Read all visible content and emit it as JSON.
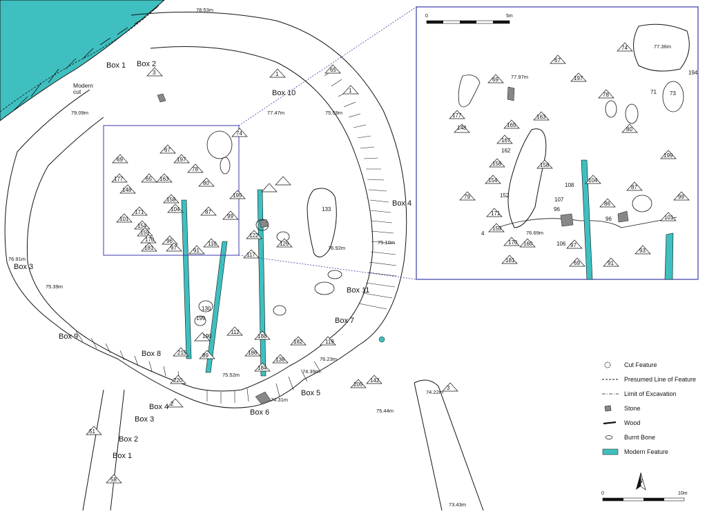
{
  "boxes": {
    "b1_top": "Box 1",
    "b2_top": "Box 2",
    "b10": "Box 10",
    "b4_right": "Box 4",
    "b3_left": "Box 3",
    "b11": "Box 11",
    "b7": "Box 7",
    "b9": "Box 9",
    "b8": "Box 8",
    "b4_low": "Box 4",
    "b3_low": "Box 3",
    "b2_low": "Box 2",
    "b1_low": "Box 1",
    "b6": "Box 6",
    "b5": "Box 5"
  },
  "labels": {
    "modern_cut": "Modern cut"
  },
  "elevations": {
    "e1": "78.53m",
    "e2": "79.09m",
    "e3": "77.47m",
    "e4": "75.59m",
    "e5": "76.91m",
    "e6": "75.39m",
    "e7": "76.92m",
    "e8": "75.10m",
    "e9": "76.23m",
    "e10": "74.39m",
    "e11": "75.52m",
    "e12": "74.31m",
    "e13": "75.44m",
    "e14": "74.22m",
    "e15": "73.43m",
    "inset_e1": "77.36m",
    "inset_e2": "77.97m",
    "inset_e3": "76.69m"
  },
  "features": [
    "74",
    "67",
    "197",
    "69",
    "177",
    "65",
    "163",
    "78",
    "80",
    "148",
    "158",
    "195",
    "104",
    "87",
    "99",
    "101",
    "171",
    "154",
    "159",
    "170",
    "96",
    "181",
    "97",
    "91",
    "110",
    "122",
    "117",
    "129",
    "133",
    "130",
    "199",
    "190",
    "112",
    "188",
    "186",
    "182",
    "184",
    "136",
    "89",
    "215",
    "220",
    "2",
    "119",
    "142",
    "205",
    "51",
    "58",
    "3",
    "65",
    "1",
    "1",
    "3"
  ],
  "inset_features": [
    "74",
    "67",
    "197",
    "194",
    "69",
    "71",
    "73",
    "78",
    "177",
    "148",
    "80",
    "165",
    "163",
    "167",
    "162",
    "199",
    "158",
    "158",
    "154",
    "152",
    "108",
    "104",
    "87",
    "99",
    "79",
    "171",
    "107",
    "96",
    "86",
    "96",
    "101",
    "159",
    "170",
    "160",
    "106",
    "97",
    "181",
    "69",
    "91",
    "93",
    "4"
  ],
  "legend": {
    "cut": "Cut Feature",
    "presumed": "Presumed Line of Feature",
    "limit": "Limit of Excavation",
    "stone": "Stone",
    "wood": "Wood",
    "bone": "Burnt Bone",
    "modern": "Modern Feature"
  },
  "scale": {
    "inset_start": "0",
    "inset_end": "5m",
    "main_start": "0",
    "main_end": "10m",
    "north": "N"
  },
  "colors": {
    "modern_feature": "#3fbfbf",
    "inset_frame": "#3a3aa8",
    "ink": "#111111"
  }
}
